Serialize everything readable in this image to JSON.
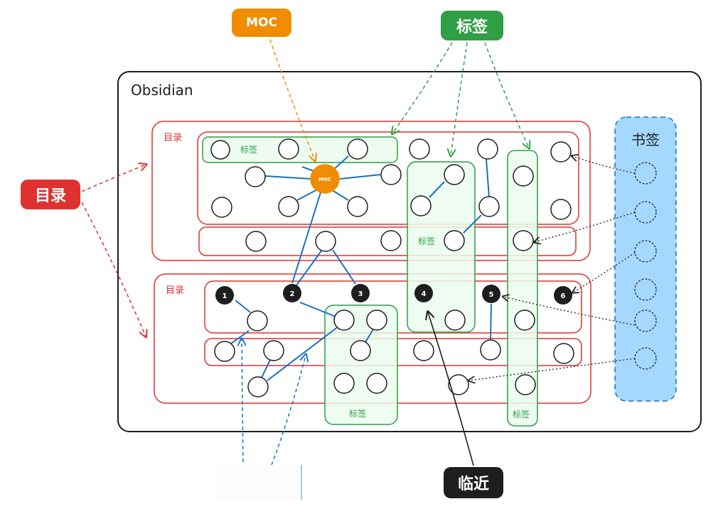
{
  "badges": {
    "moc": "MOC",
    "tags": "标签",
    "directories": "目录",
    "nearby": "临近"
  },
  "app_title": "Obsidian",
  "sections": {
    "dir_top": "目录",
    "dir_bottom": "目录"
  },
  "tag_labels": {
    "top_row_tag": "标签",
    "middle_tag": "标签",
    "bottom_tag": "标签",
    "right_tag": "标签"
  },
  "bookmarks_title": "书签",
  "moc_node_label": "MOC",
  "numbered_nodes": [
    "1",
    "2",
    "3",
    "4",
    "5",
    "6"
  ],
  "colors": {
    "moc": "#f08c00",
    "tags": "#2f9e44",
    "directories": "#e03131",
    "nearby": "#1e1e1e",
    "bookmarks": "#a5d8ff",
    "link": "#1971c2"
  }
}
